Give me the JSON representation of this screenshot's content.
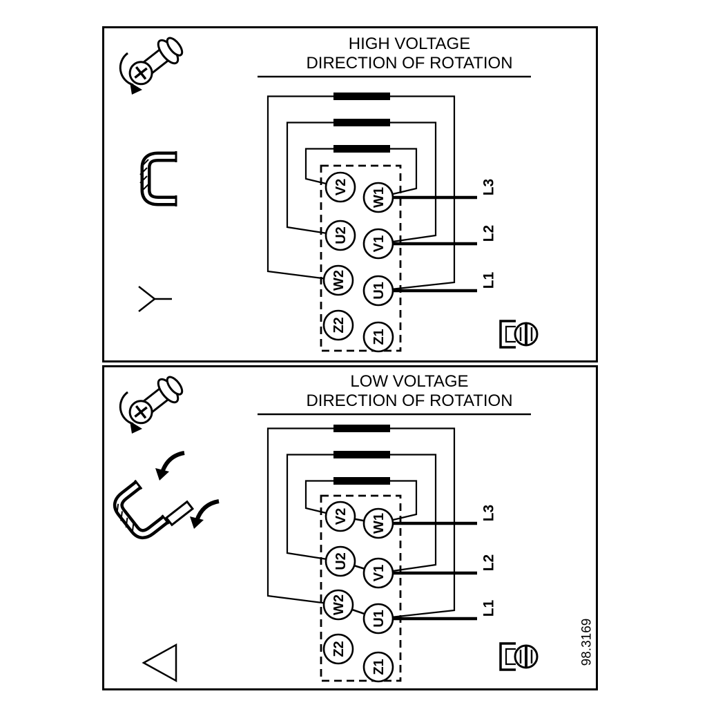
{
  "drawing_number": "98.3169",
  "panels": {
    "high": {
      "title_line1": "HIGH VOLTAGE",
      "title_line2": "DIRECTION OF ROTATION",
      "connection_symbol": "star",
      "terminals_left": [
        "V2",
        "U2",
        "W2",
        "Z2"
      ],
      "terminals_right": [
        "W1",
        "V1",
        "U1",
        "Z1"
      ],
      "supply_labels": [
        "L3",
        "L2",
        "L1"
      ]
    },
    "low": {
      "title_line1": "LOW VOLTAGE",
      "title_line2": "DIRECTION OF ROTATION",
      "connection_symbol": "delta",
      "terminals_left": [
        "V2",
        "U2",
        "W2",
        "Z2"
      ],
      "terminals_right": [
        "W1",
        "V1",
        "U1",
        "Z1"
      ],
      "supply_labels": [
        "L3",
        "L2",
        "L1"
      ]
    }
  },
  "colors": {
    "ink": "#000000",
    "paper": "#ffffff"
  }
}
